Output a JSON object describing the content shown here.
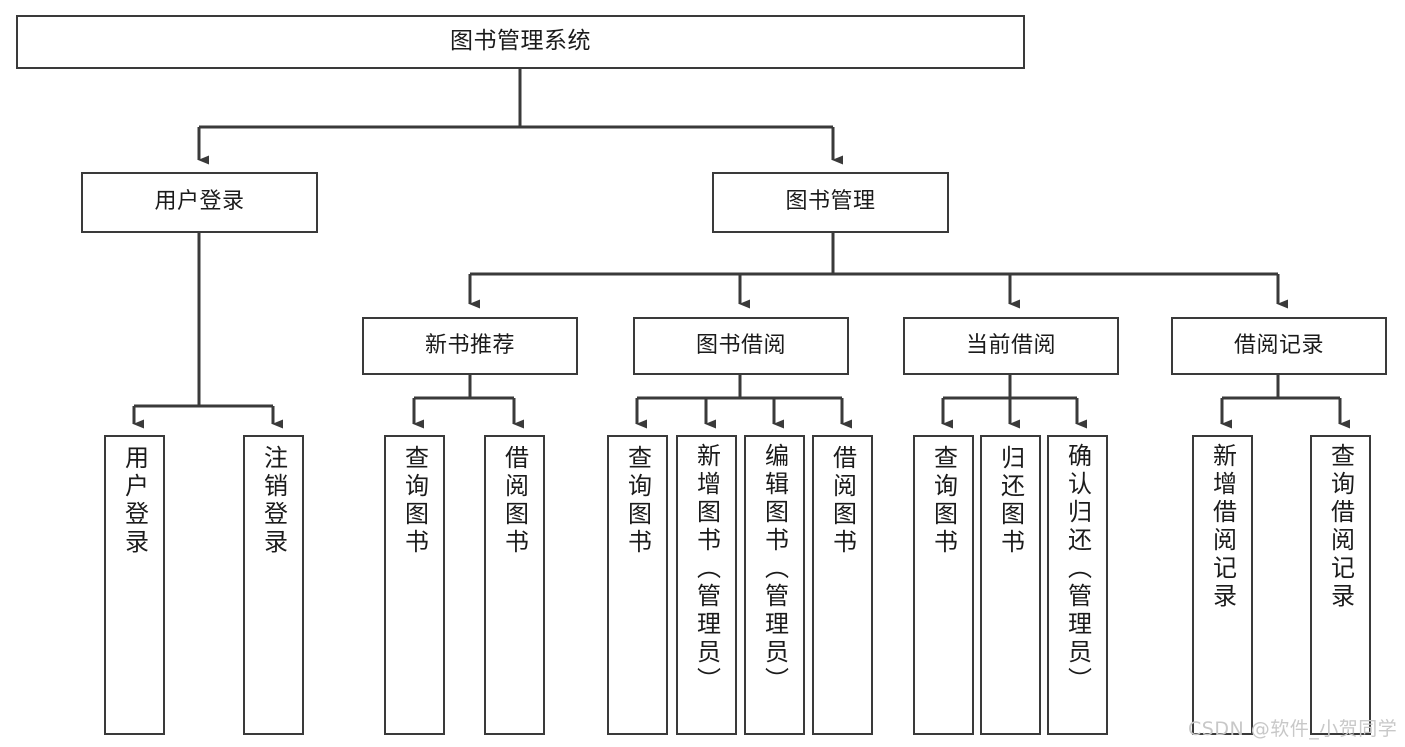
{
  "diagram": {
    "title": "图书管理系统",
    "watermark": "CSDN @软件_小贺同学",
    "line_color": "#3a3a3a",
    "box_border_color": "#3a3a3a",
    "box_fill_color": "#ffffff",
    "background_color": "#ffffff",
    "nodes": {
      "root": {
        "label": "图书管理系统"
      },
      "level2": [
        {
          "label": "用户登录"
        },
        {
          "label": "图书管理"
        }
      ],
      "level3": [
        {
          "label": "新书推荐"
        },
        {
          "label": "图书借阅"
        },
        {
          "label": "当前借阅"
        },
        {
          "label": "借阅记录"
        }
      ],
      "leaves": {
        "user_login": [
          {
            "label": "用户登录"
          },
          {
            "label": "注销登录"
          }
        ],
        "new_book_recommend": [
          {
            "label": "查询图书"
          },
          {
            "label": "借阅图书"
          }
        ],
        "book_borrow": [
          {
            "label": "查询图书"
          },
          {
            "label": "新增图书（管理员）"
          },
          {
            "label": "编辑图书（管理员）"
          },
          {
            "label": "借阅图书"
          }
        ],
        "current_borrow": [
          {
            "label": "查询图书"
          },
          {
            "label": "归还图书"
          },
          {
            "label": "确认归还（管理员）"
          }
        ],
        "borrow_record": [
          {
            "label": "新增借阅记录"
          },
          {
            "label": "查询借阅记录"
          }
        ]
      }
    }
  }
}
